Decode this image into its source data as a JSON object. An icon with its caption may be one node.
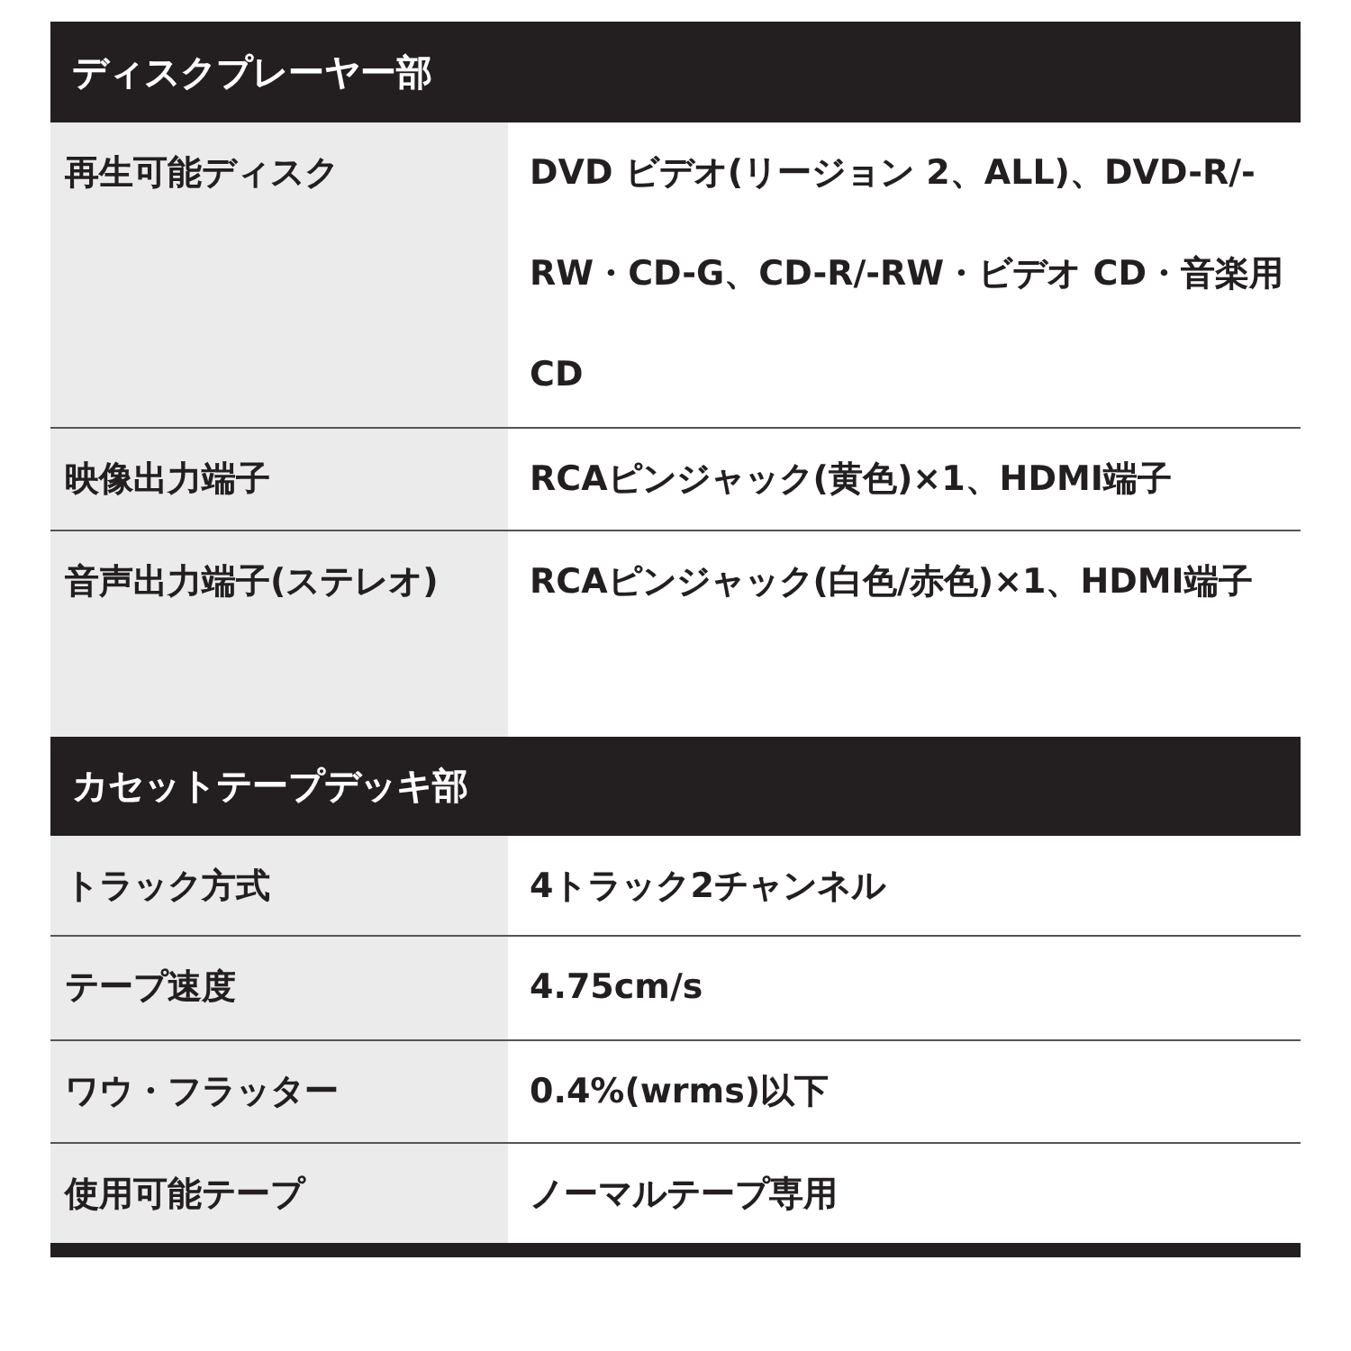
{
  "diagram": {
    "labels": [
      "ディスクプレーヤー部",
      "再生可能ディスク",
      "DVD ビデオ(リージョン 2、ALL)、DVD-R/-RW・CD-G、CD-R/-RW・ビデオ CD・音楽用CD",
      "映像出力端子",
      "RCAピンジャック(黄色)×1、HDMI端子",
      "音声出力端子(ステレオ)",
      "RCAピンジャック(白色/赤色)×1、HDMI端子",
      "カセットテープデッキ部",
      "トラック方式",
      "4トラック2チャンネル",
      "テープ速度",
      "4.75cm/s",
      "ワウ・フラッター",
      "0.4%(wrms)以下",
      "使用可能テープ",
      "ノーマルテープ専用"
    ]
  }
}
